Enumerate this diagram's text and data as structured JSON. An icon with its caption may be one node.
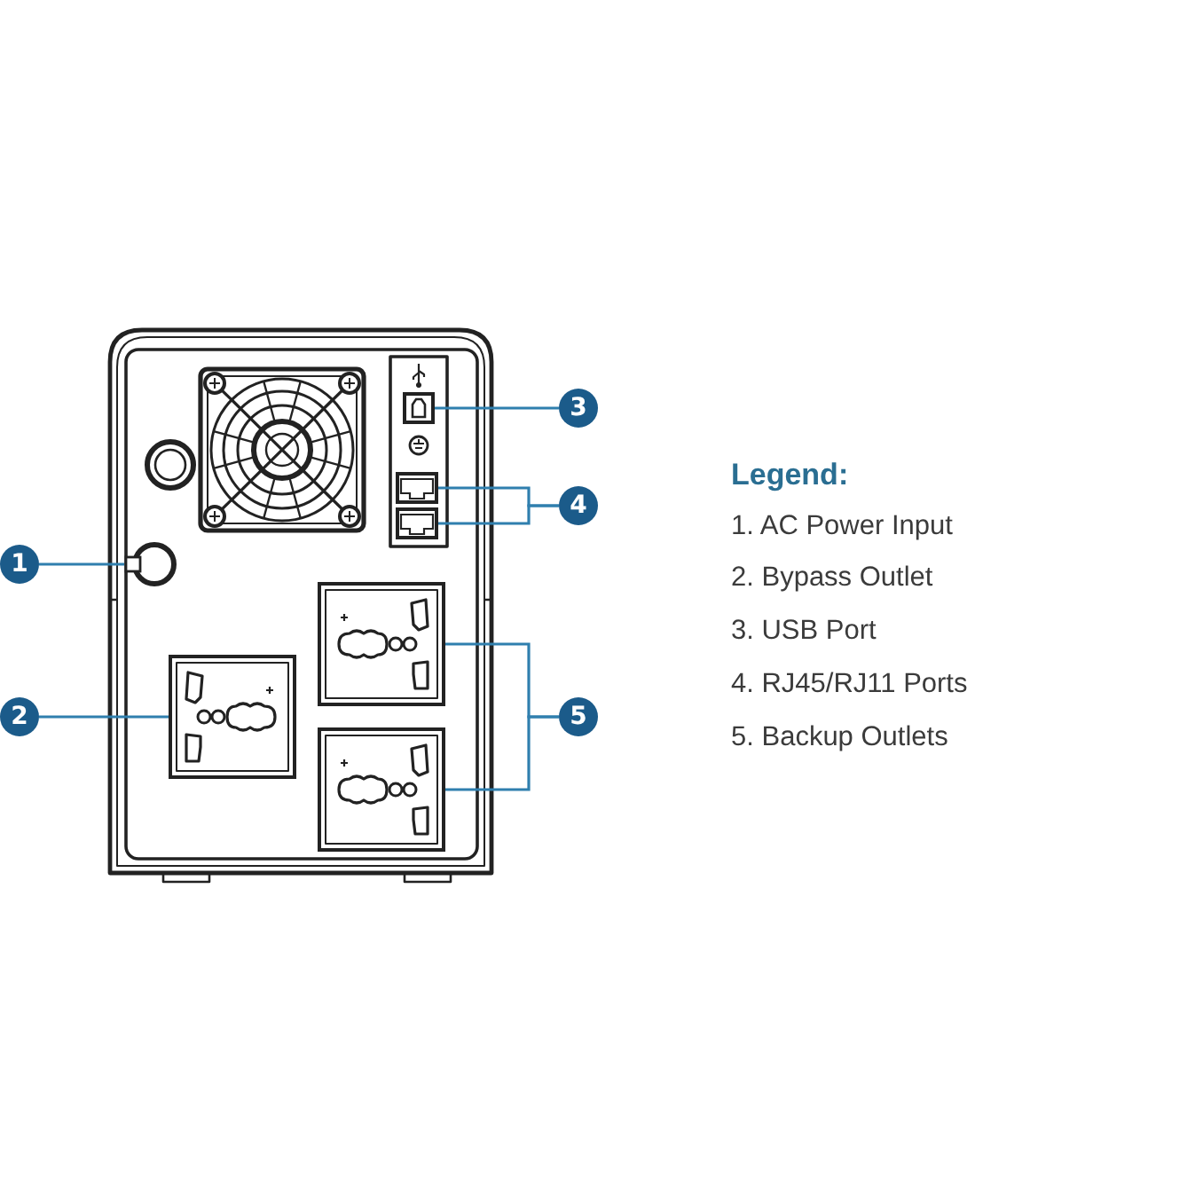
{
  "diagram": {
    "nodes": [
      {
        "text": [
          "1"
        ]
      },
      {
        "text": [
          "2"
        ]
      },
      {
        "text": [
          "3"
        ]
      },
      {
        "text": [
          "4"
        ]
      },
      {
        "text": [
          "5"
        ]
      },
      {
        "text": [],
        "shape": "circle"
      },
      {
        "text": [],
        "shape": "box"
      },
      {
        "text": [],
        "shape": "box"
      },
      {
        "text": [],
        "shape": "box"
      },
      {
        "text": [],
        "shape": "box"
      },
      {
        "text": [],
        "shape": "box"
      },
      {
        "text": [],
        "shape": "box"
      }
    ],
    "edges": [
      {
        "from": 0,
        "to": 5,
        "arrow": "none"
      },
      {
        "from": 1,
        "to": 6,
        "arrow": "none"
      },
      {
        "from": 2,
        "to": 7,
        "arrow": "none"
      },
      {
        "from": 3,
        "to": 8,
        "arrow": "none"
      },
      {
        "from": 3,
        "to": 9,
        "arrow": "none"
      },
      {
        "from": 4,
        "to": 10,
        "arrow": "none"
      },
      {
        "from": 4,
        "to": 11,
        "arrow": "none"
      }
    ],
    "labels": [
      "Legend:",
      "1. AC Power Input",
      "2. Bypass Outlet",
      "3. USB Port",
      "4. RJ45/RJ11 Ports",
      "5. Backup Outlets"
    ]
  }
}
